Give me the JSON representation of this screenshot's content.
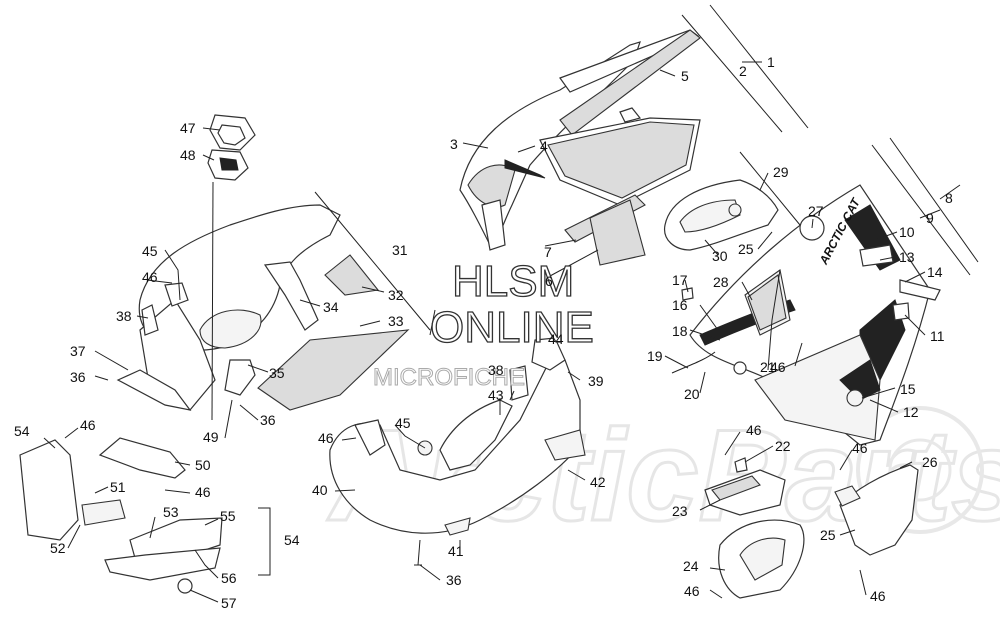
{
  "watermark": {
    "line1": "HLSM",
    "line2": "ONLINE",
    "line3": "MICROFICHE",
    "background_logo": "ArcticParts"
  },
  "decal_text": "ARCTIC CAT",
  "callouts": [
    {
      "key": "c1",
      "label": "1"
    },
    {
      "key": "c2",
      "label": "2"
    },
    {
      "key": "c3",
      "label": "3"
    },
    {
      "key": "c4",
      "label": "4"
    },
    {
      "key": "c5",
      "label": "5"
    },
    {
      "key": "c6",
      "label": "6"
    },
    {
      "key": "c7",
      "label": "7"
    },
    {
      "key": "c8",
      "label": "8"
    },
    {
      "key": "c9",
      "label": "9"
    },
    {
      "key": "c10",
      "label": "10"
    },
    {
      "key": "c11",
      "label": "11"
    },
    {
      "key": "c12",
      "label": "12"
    },
    {
      "key": "c13",
      "label": "13"
    },
    {
      "key": "c14",
      "label": "14"
    },
    {
      "key": "c15",
      "label": "15"
    },
    {
      "key": "c16",
      "label": "16"
    },
    {
      "key": "c17",
      "label": "17"
    },
    {
      "key": "c18",
      "label": "18"
    },
    {
      "key": "c19",
      "label": "19"
    },
    {
      "key": "c20",
      "label": "20"
    },
    {
      "key": "c21",
      "label": "21"
    },
    {
      "key": "c22",
      "label": "22"
    },
    {
      "key": "c23",
      "label": "23"
    },
    {
      "key": "c24",
      "label": "24"
    },
    {
      "key": "c25a",
      "label": "25"
    },
    {
      "key": "c25b",
      "label": "25"
    },
    {
      "key": "c26",
      "label": "26"
    },
    {
      "key": "c27",
      "label": "27"
    },
    {
      "key": "c28",
      "label": "28"
    },
    {
      "key": "c29",
      "label": "29"
    },
    {
      "key": "c30",
      "label": "30"
    },
    {
      "key": "c31",
      "label": "31"
    },
    {
      "key": "c32",
      "label": "32"
    },
    {
      "key": "c33",
      "label": "33"
    },
    {
      "key": "c34",
      "label": "34"
    },
    {
      "key": "c35",
      "label": "35"
    },
    {
      "key": "c36a",
      "label": "36"
    },
    {
      "key": "c36b",
      "label": "36"
    },
    {
      "key": "c36c",
      "label": "36"
    },
    {
      "key": "c37",
      "label": "37"
    },
    {
      "key": "c38a",
      "label": "38"
    },
    {
      "key": "c38b",
      "label": "38"
    },
    {
      "key": "c39",
      "label": "39"
    },
    {
      "key": "c40",
      "label": "40"
    },
    {
      "key": "c41",
      "label": "41"
    },
    {
      "key": "c42",
      "label": "42"
    },
    {
      "key": "c43",
      "label": "43"
    },
    {
      "key": "c44",
      "label": "44"
    },
    {
      "key": "c45a",
      "label": "45"
    },
    {
      "key": "c45b",
      "label": "45"
    },
    {
      "key": "c46a",
      "label": "46"
    },
    {
      "key": "c46b",
      "label": "46"
    },
    {
      "key": "c46c",
      "label": "46"
    },
    {
      "key": "c46d",
      "label": "46"
    },
    {
      "key": "c46e",
      "label": "46"
    },
    {
      "key": "c46f",
      "label": "46"
    },
    {
      "key": "c46g",
      "label": "46"
    },
    {
      "key": "c46h",
      "label": "46"
    },
    {
      "key": "c46i",
      "label": "46"
    },
    {
      "key": "c46j",
      "label": "46"
    },
    {
      "key": "c47",
      "label": "47"
    },
    {
      "key": "c48",
      "label": "48"
    },
    {
      "key": "c49",
      "label": "49"
    },
    {
      "key": "c50",
      "label": "50"
    },
    {
      "key": "c51",
      "label": "51"
    },
    {
      "key": "c52",
      "label": "52"
    },
    {
      "key": "c53",
      "label": "53"
    },
    {
      "key": "c54a",
      "label": "54"
    },
    {
      "key": "c54b",
      "label": "54"
    },
    {
      "key": "c55",
      "label": "55"
    },
    {
      "key": "c56",
      "label": "56"
    },
    {
      "key": "c57",
      "label": "57"
    }
  ]
}
